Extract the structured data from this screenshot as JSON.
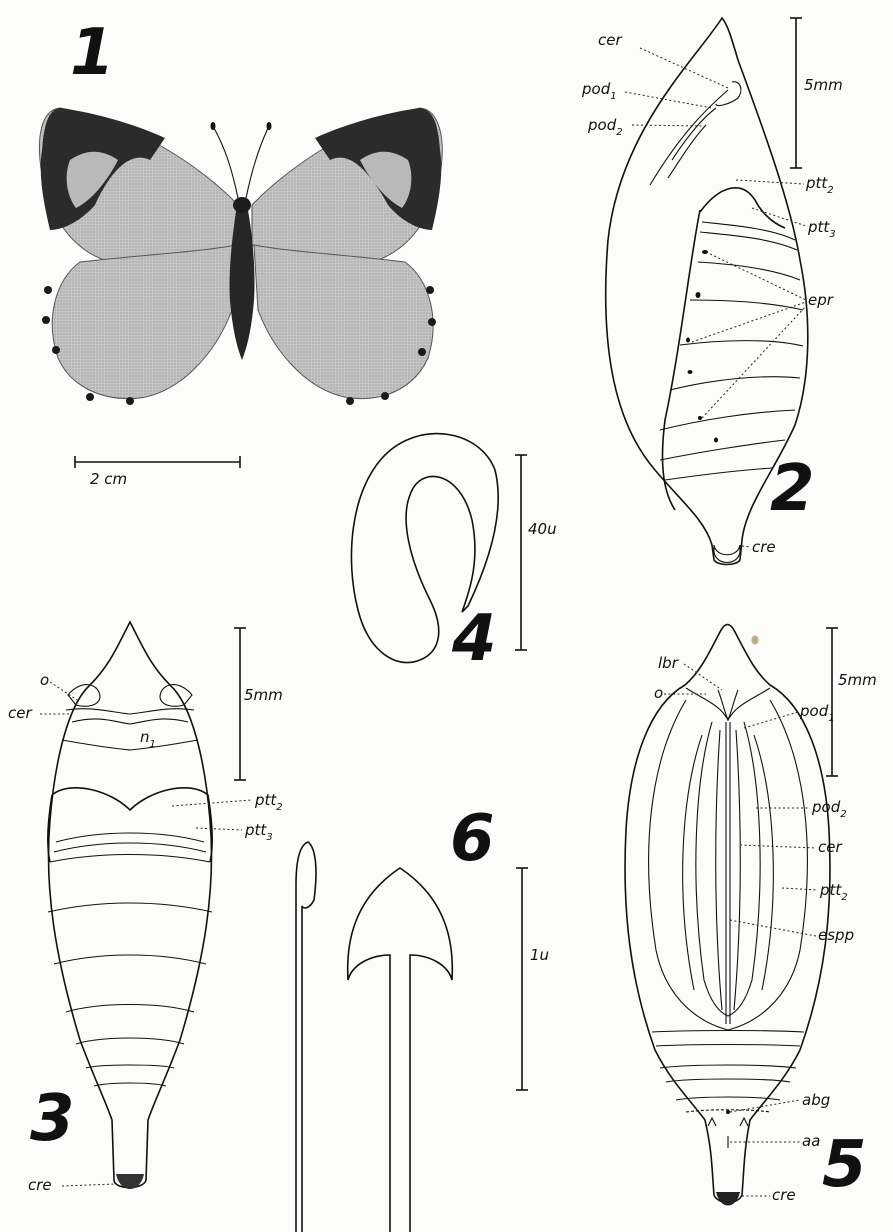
{
  "figures": {
    "fig1": {
      "number": "1",
      "scale_label": "2 cm"
    },
    "fig2": {
      "number": "2",
      "scale_label": "5mm",
      "labels": {
        "cer": "cer",
        "pod1": "pod",
        "pod1_sub": "1",
        "pod2": "pod",
        "pod2_sub": "2",
        "ptt2": "ptt",
        "ptt2_sub": "2",
        "ptt3": "ptt",
        "ptt3_sub": "3",
        "epr": "epr",
        "cre": "cre"
      }
    },
    "fig3": {
      "number": "3",
      "scale_label": "5mm",
      "labels": {
        "o": "o",
        "cer": "cer",
        "n1": "n",
        "n1_sub": "1",
        "ptt2": "ptt",
        "ptt2_sub": "2",
        "ptt3": "ptt",
        "ptt3_sub": "3",
        "cre": "cre"
      }
    },
    "fig4": {
      "number": "4",
      "scale_label": "40u"
    },
    "fig5": {
      "number": "5",
      "scale_label": "5mm",
      "labels": {
        "lbr": "lbr",
        "o": "o",
        "pod1": "pod",
        "pod1_sub": "1",
        "pod2": "pod",
        "pod2_sub": "2",
        "cer": "cer",
        "ptt2": "ptt",
        "ptt2_sub": "2",
        "espp": "espp",
        "abg": "abg",
        "aa": "aa",
        "cre": "cre"
      }
    },
    "fig6": {
      "number": "6",
      "scale_label": "1u"
    }
  },
  "colors": {
    "ink": "#111111",
    "paper": "#fcfcfa",
    "wing_light": "#bdbdbd",
    "wing_dark": "#2b2b2b"
  }
}
